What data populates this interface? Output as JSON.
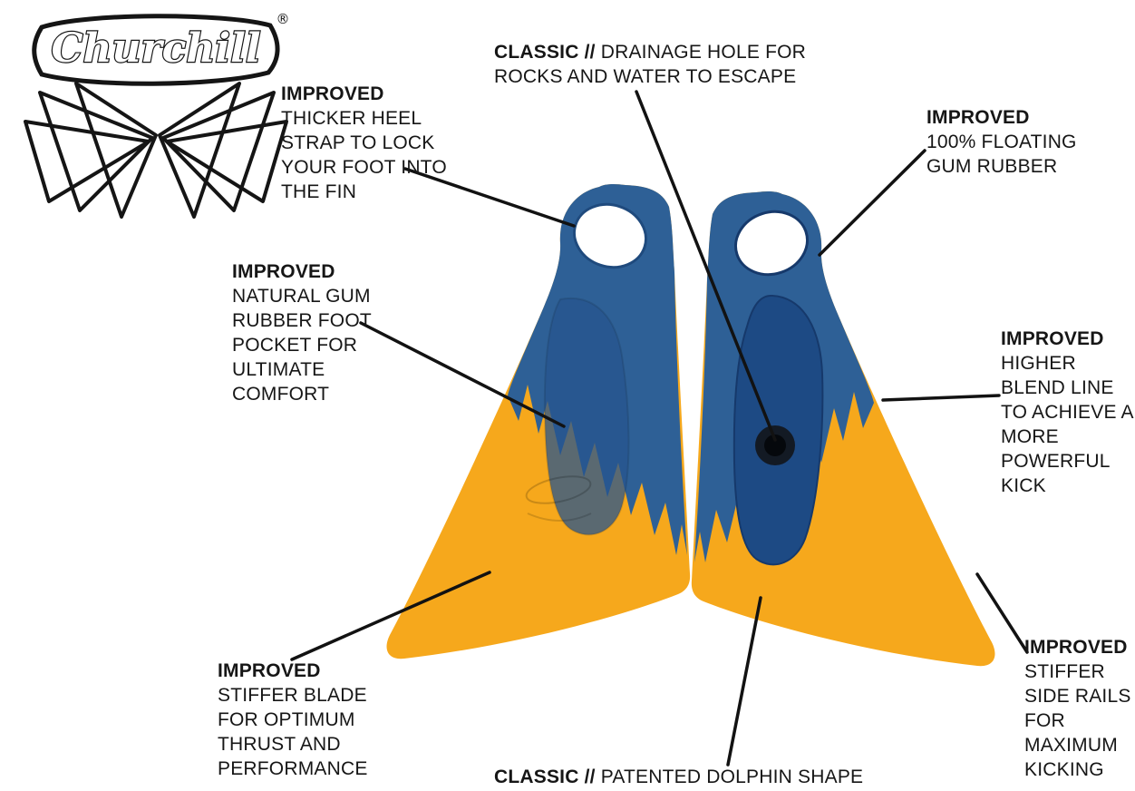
{
  "page": {
    "background": "#ffffff"
  },
  "logo": {
    "brand": "Churchill",
    "registered": "®"
  },
  "colors": {
    "fin_blue": "#2e6096",
    "fin_blue_dark": "#1d4a84",
    "pocket_overlay_blue": "#27558e",
    "fin_yellow": "#f6a81c",
    "heel_opening_white": "#ffffff",
    "drainage_outer": "#131a24",
    "drainage_inner": "#05080c",
    "callout_line": "#121212",
    "text": "#161616"
  },
  "callouts": [
    {
      "id": "heel-strap",
      "heading": "IMPROVED",
      "body": "THICKER HEEL STRAP TO LOCK YOUR FOOT INTO THE FIN"
    },
    {
      "id": "drainage-hole",
      "heading": "CLASSIC //",
      "body": "DRAINAGE HOLE FOR ROCKS AND WATER TO ESCAPE"
    },
    {
      "id": "floating-gum-rubber",
      "heading": "IMPROVED",
      "body": "100% FLOATING GUM RUBBER"
    },
    {
      "id": "foot-pocket",
      "heading": "IMPROVED",
      "body": "NATURAL GUM RUBBER FOOT POCKET FOR ULTIMATE COMFORT"
    },
    {
      "id": "blend-line",
      "heading": "IMPROVED",
      "body": "HIGHER BLEND LINE TO ACHIEVE A MORE POWERFUL KICK"
    },
    {
      "id": "stiffer-blade",
      "heading": "IMPROVED",
      "body": "STIFFER BLADE FOR OPTIMUM THRUST AND PERFORMANCE"
    },
    {
      "id": "side-rails",
      "heading": "IMPROVED",
      "body": "STIFFER SIDE RAILS FOR MAXIMUM KICKING"
    },
    {
      "id": "dolphin-shape",
      "heading": "CLASSIC //",
      "body": "PATENTED DOLPHIN SHAPE"
    }
  ]
}
